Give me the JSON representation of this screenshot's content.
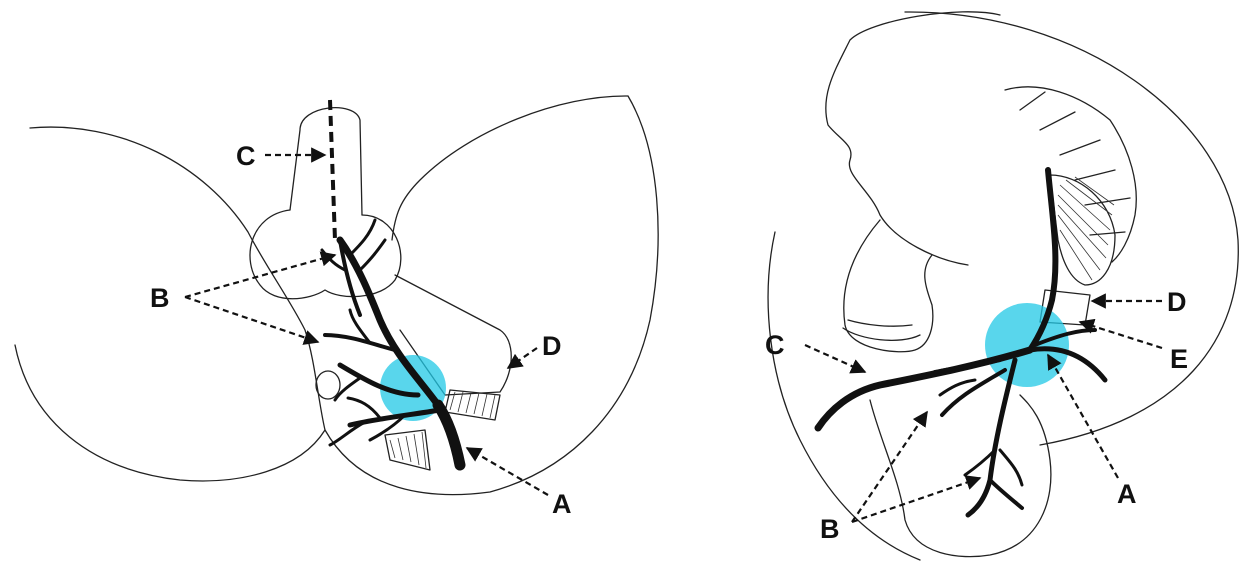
{
  "left_panel": {
    "labels": {
      "a": "A",
      "b": "B",
      "c": "C",
      "d": "D"
    }
  },
  "right_panel": {
    "labels": {
      "a": "A",
      "b": "B",
      "c": "C",
      "d": "D",
      "e": "E"
    }
  },
  "colors": {
    "highlight": "#22c8e6",
    "ink": "#111111"
  }
}
